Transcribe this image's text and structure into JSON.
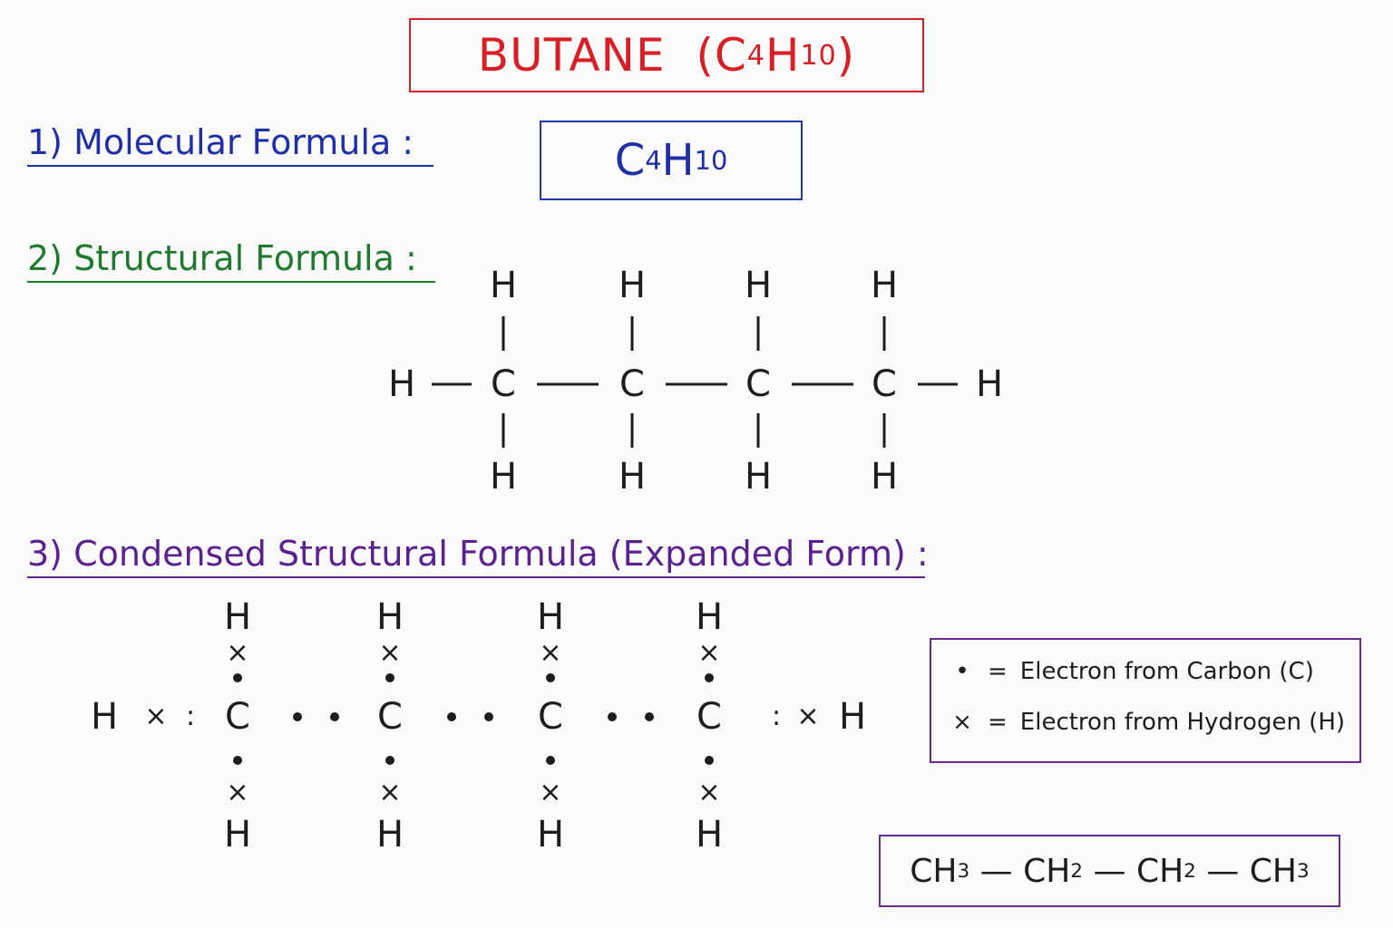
{
  "title": {
    "text": "BUTANE",
    "formula_main": "(C",
    "sub1": "4",
    "mid": "H",
    "sub2": "10",
    "end": ")"
  },
  "sections": {
    "molecular": {
      "heading": "1) Molecular Formula :",
      "formula_C": "C",
      "formula_sub_C": "4",
      "formula_H": "H",
      "formula_sub_H": "10"
    },
    "structural": {
      "heading": "2) Structural Formula :"
    },
    "condensed": {
      "heading": "3) Condensed Structural Formula (Expanded Form) :"
    }
  },
  "atoms": {
    "carbon": "C",
    "hydrogen": "H"
  },
  "symbols": {
    "carbon_electron": "•",
    "hydrogen_electron": "×",
    "pair": ":"
  },
  "legend": {
    "row1": {
      "symbol": "•",
      "eq": "=",
      "text": "Electron from Carbon (C)"
    },
    "row2": {
      "symbol": "×",
      "eq": "=",
      "text": "Electron from Hydrogen (H)"
    }
  },
  "condensed_formula": {
    "g1": "CH",
    "s1": "3",
    "b1": " — ",
    "g2": "CH",
    "s2": "2",
    "b2": " — ",
    "g3": "CH",
    "s3": "2",
    "b3": " — ",
    "g4": "CH",
    "s4": "3"
  }
}
